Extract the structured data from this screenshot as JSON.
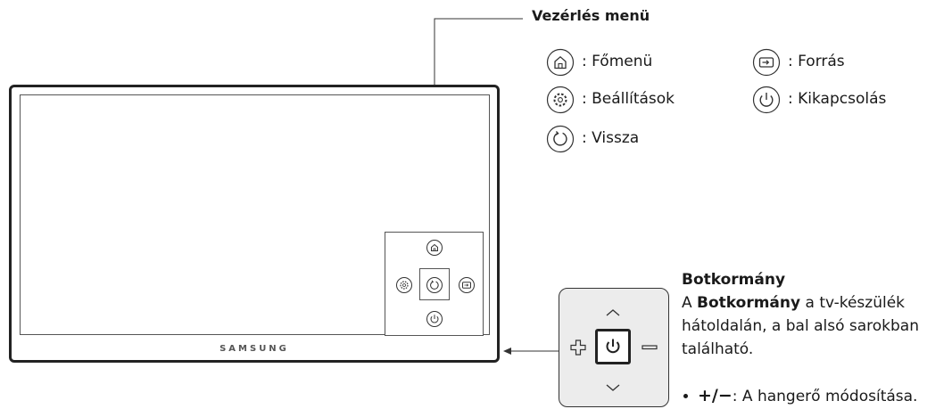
{
  "menu": {
    "title": "Vezérlés menü",
    "items": [
      {
        "icon": "home-icon",
        "label": ": Főmenü"
      },
      {
        "icon": "source-icon",
        "label": ": Forrás"
      },
      {
        "icon": "settings-icon",
        "label": ": Beállítások"
      },
      {
        "icon": "power-icon",
        "label": ": Kikapcsolás"
      },
      {
        "icon": "return-icon",
        "label": ": Vissza"
      }
    ]
  },
  "tv": {
    "brand": "SAMSUNG"
  },
  "joystick": {
    "title": "Botkormány",
    "desc_prefix": "A ",
    "desc_bold": "Botkormány",
    "desc_suffix": " a tv-készülék",
    "desc_line2": "hátoldalán, a bal alsó sarokban",
    "desc_line3": "található.",
    "bullet_symbol": "+/−",
    "bullet_text": ": A hangerő módosítása."
  },
  "colors": {
    "stroke": "#222222",
    "joystick_bg": "#ececec"
  }
}
